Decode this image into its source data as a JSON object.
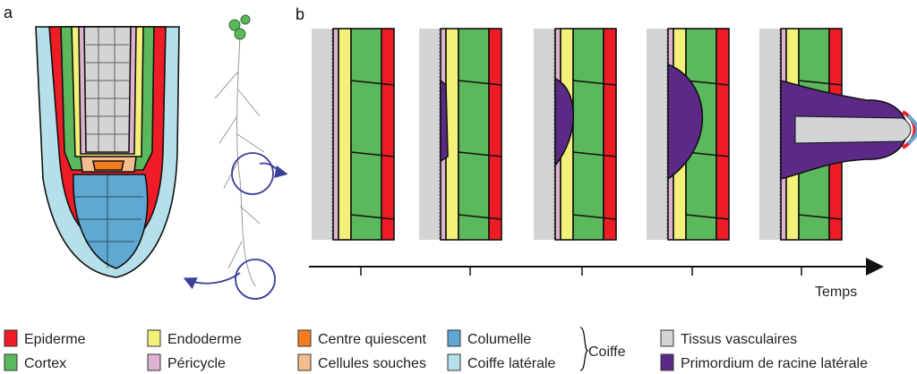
{
  "panels": {
    "a": "a",
    "b": "b"
  },
  "axis": {
    "label": "Temps"
  },
  "legend": {
    "items": [
      {
        "label": "Epiderme",
        "color": "#ee1c25"
      },
      {
        "label": "Cortex",
        "color": "#5cb85c"
      },
      {
        "label": "Endoderme",
        "color": "#f4f17a"
      },
      {
        "label": "Péricycle",
        "color": "#dcb3cf"
      },
      {
        "label": "Centre quiescent",
        "color": "#f47c20"
      },
      {
        "label": "Cellules souches",
        "color": "#f5bd8f"
      },
      {
        "label": "Columelle",
        "color": "#5ea8d2"
      },
      {
        "label": "Coiffe latérale",
        "color": "#b5e0ea"
      },
      {
        "label": "Tissus vasculaires",
        "color": "#d3d4d6"
      },
      {
        "label": "Primordium de racine latérale",
        "color": "#5b2a86"
      }
    ],
    "group_label": "Coiffe"
  }
}
